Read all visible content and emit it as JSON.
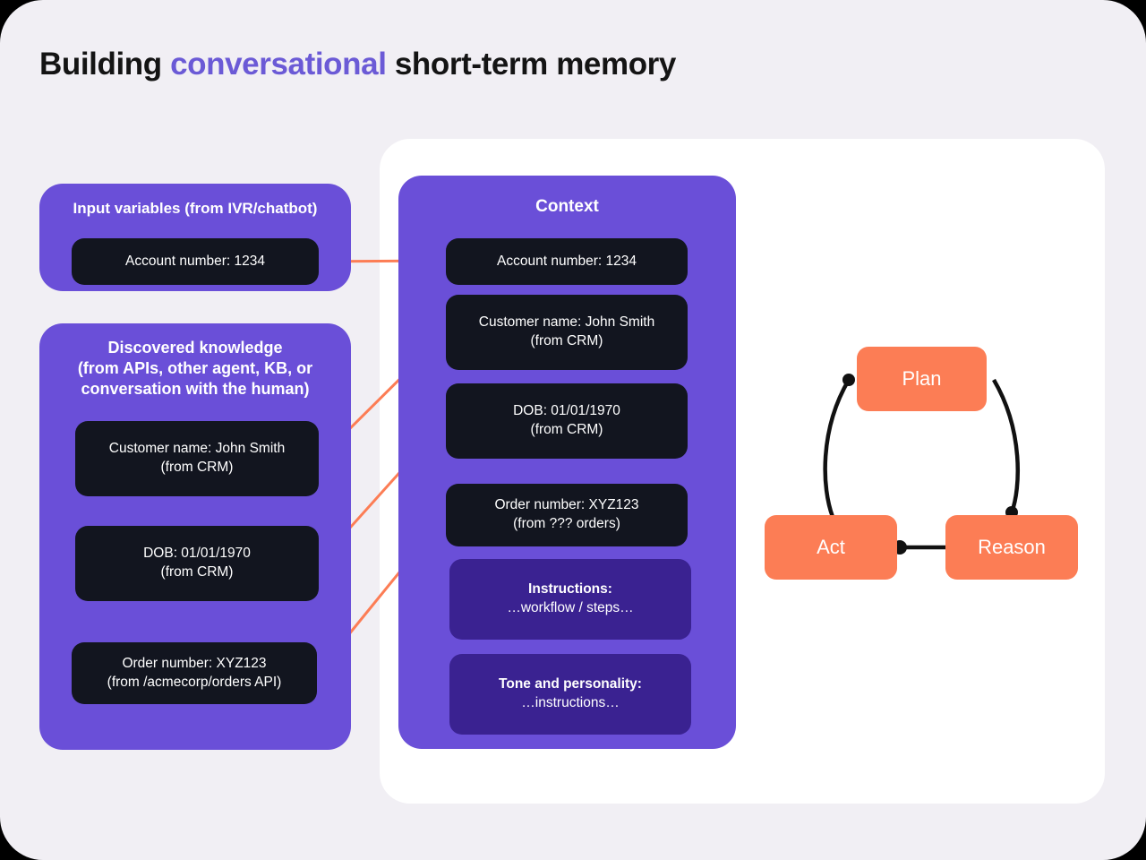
{
  "title": {
    "before": "Building ",
    "accent": "conversational",
    "after": " short-term memory"
  },
  "panels": {
    "input_variables": {
      "title": "Input variables (from IVR/chatbot)",
      "cards": [
        {
          "line1": "Account number: 1234",
          "line2": ""
        }
      ]
    },
    "discovered_knowledge": {
      "title_line1": "Discovered knowledge",
      "title_line2": "(from APIs, other agent, KB, or",
      "title_line3": "conversation with the human)",
      "cards": [
        {
          "line1": "Customer name: John Smith",
          "line2": "(from CRM)"
        },
        {
          "line1": "DOB: 01/01/1970",
          "line2": "(from CRM)"
        },
        {
          "line1": "Order number: XYZ123",
          "line2": "(from /acmecorp/orders API)"
        }
      ]
    },
    "context": {
      "title": "Context",
      "cards": [
        {
          "line1": "Account number: 1234",
          "line2": ""
        },
        {
          "line1": "Customer name: John Smith",
          "line2": "(from CRM)"
        },
        {
          "line1": "DOB: 01/01/1970",
          "line2": "(from CRM)"
        },
        {
          "line1": "Order number: XYZ123",
          "line2": "(from ??? orders)"
        }
      ],
      "instruction_cards": [
        {
          "lead": "Instructions:",
          "body": "…workflow / steps…"
        },
        {
          "lead": "Tone and personality:",
          "body": "…instructions…"
        }
      ]
    }
  },
  "agent_loop": {
    "nodes": [
      {
        "label": "Plan"
      },
      {
        "label": "Act"
      },
      {
        "label": "Reason"
      }
    ]
  },
  "colors": {
    "page_background": "#F1EFF4",
    "card_background": "#FFFFFF",
    "panel_purple": "#6A4FD8",
    "instruction_purple": "#3A2291",
    "dark_card": "#12151F",
    "accent_orange": "#FC7D55",
    "title_accent": "#6B5AD6",
    "connector_line": "#FC7D55",
    "loop_edge": "#111111"
  }
}
